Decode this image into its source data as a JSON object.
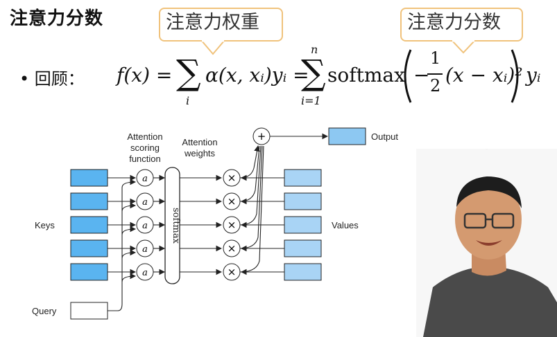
{
  "slide": {
    "title": "注意力分数",
    "callouts": {
      "weight": "注意力权重",
      "score": "注意力分数"
    },
    "bullet": "• 回顾：",
    "formula": {
      "lhs": "f(x) =",
      "sum1": "∑",
      "sum1_sub": "i",
      "term1": "α(x, xᵢ)yᵢ =",
      "sum2": "∑",
      "sum2_sup": "n",
      "sum2_sub": "i=1",
      "softmax": "softmax",
      "minus": "−",
      "frac_num": "1",
      "frac_den": "2",
      "inner": "(x − xᵢ)²",
      "tail": "yᵢ"
    }
  },
  "diagram": {
    "label_attention_scoring": [
      "Attention",
      "scoring",
      "function"
    ],
    "label_attention_weights": [
      "Attention",
      "weights"
    ],
    "label_keys": "Keys",
    "label_values": "Values",
    "label_query": "Query",
    "label_output": "Output",
    "label_softmax": "softmax",
    "score_node_symbol": "a",
    "mult_symbol": "×",
    "sum_symbol": "+",
    "colors": {
      "key_fill": "#5ab4f0",
      "value_fill": "#a9d4f5",
      "output_fill": "#8dc8f2",
      "stroke": "#222222",
      "callout_border": "#f0c27b"
    },
    "rows": 5
  }
}
